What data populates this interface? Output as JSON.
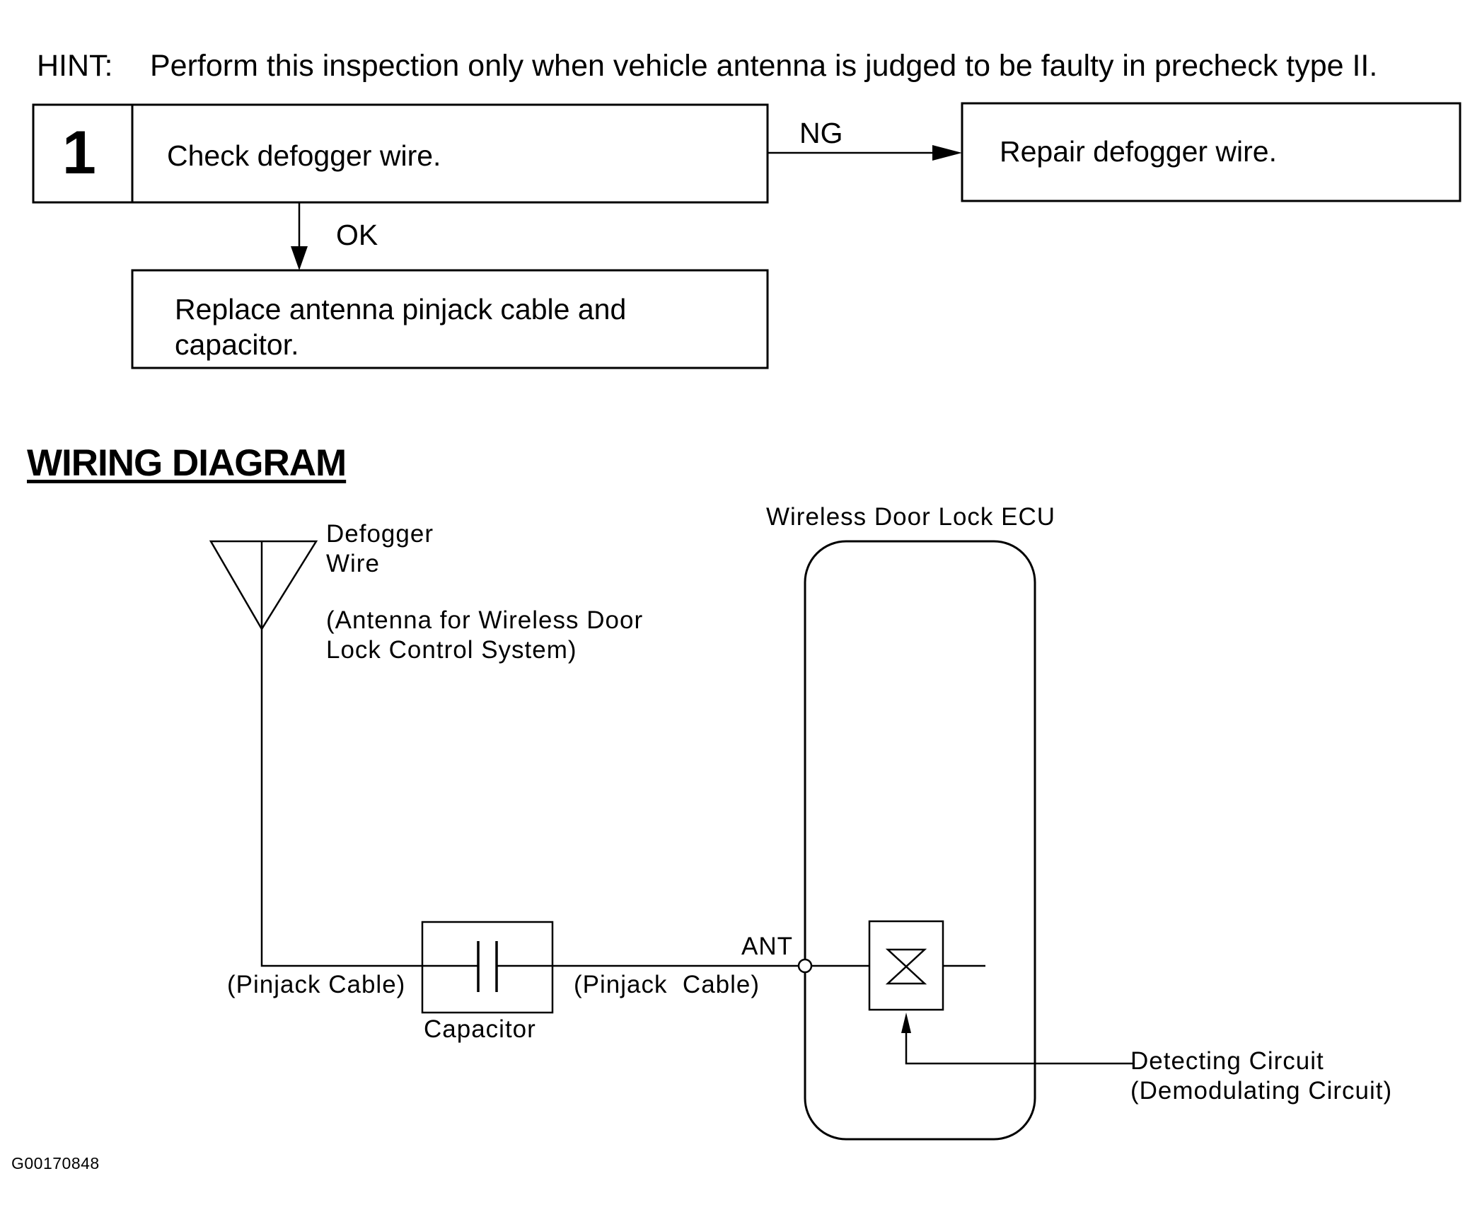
{
  "hint": {
    "label": "HINT:",
    "text": "Perform this inspection only when vehicle antenna is judged to be faulty in precheck type II."
  },
  "flowchart": {
    "step_number": "1",
    "step_text": "Check defogger wire.",
    "ng_label": "NG",
    "ng_result": "Repair defogger wire.",
    "ok_label": "OK",
    "ok_result": "Replace antenna pinjack cable and capacitor."
  },
  "wiring_diagram": {
    "title": "WIRING DIAGRAM",
    "defogger_label": "Defogger\nWire",
    "antenna_note": "(Antenna for Wireless Door\nLock Control System)",
    "ecu_label": "Wireless Door Lock ECU",
    "ant_label": "ANT",
    "pinjack_left": "(Pinjack Cable)",
    "pinjack_right": "(Pinjack  Cable)",
    "capacitor_label": "Capacitor",
    "detecting_label": "Detecting Circuit\n(Demodulating Circuit)"
  },
  "figure_id": "G00170848"
}
